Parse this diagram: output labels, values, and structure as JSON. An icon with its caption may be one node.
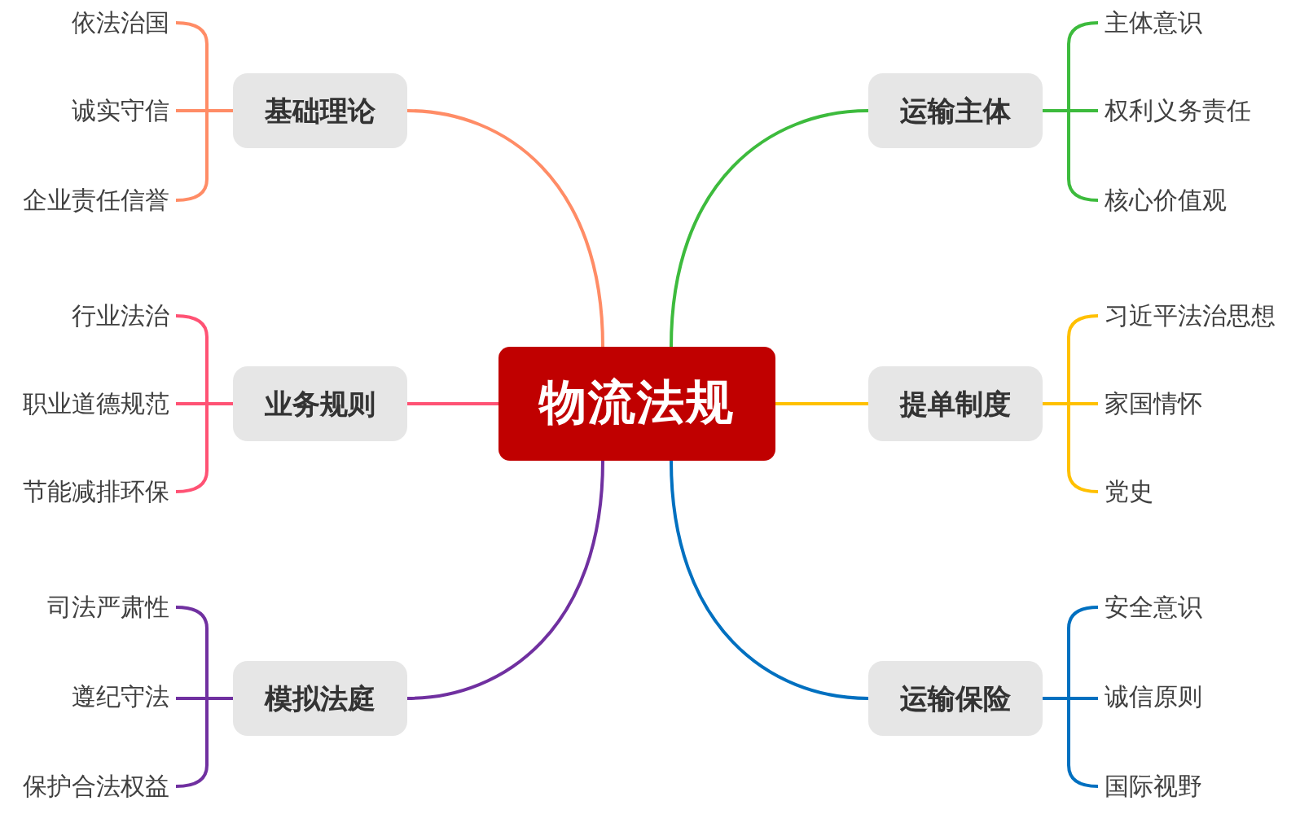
{
  "diagram": {
    "nodes": [
      {
        "text": [
          "物流法规"
        ]
      },
      {
        "text": [
          "基础理论"
        ]
      },
      {
        "text": [
          "依法治国"
        ]
      },
      {
        "text": [
          "诚实守信"
        ]
      },
      {
        "text": [
          "企业责任信誉"
        ]
      },
      {
        "text": [
          "业务规则"
        ]
      },
      {
        "text": [
          "行业法治"
        ]
      },
      {
        "text": [
          "职业道德规范"
        ]
      },
      {
        "text": [
          "节能减排环保"
        ]
      },
      {
        "text": [
          "模拟法庭"
        ]
      },
      {
        "text": [
          "司法严肃性"
        ]
      },
      {
        "text": [
          "遵纪守法"
        ]
      },
      {
        "text": [
          "保护合法权益"
        ]
      },
      {
        "text": [
          "运输主体"
        ]
      },
      {
        "text": [
          "主体意识"
        ]
      },
      {
        "text": [
          "权利义务责任"
        ]
      },
      {
        "text": [
          "核心价值观"
        ]
      },
      {
        "text": [
          "提单制度"
        ]
      },
      {
        "text": [
          "习近平法治思想"
        ]
      },
      {
        "text": [
          "家国情怀"
        ]
      },
      {
        "text": [
          "党史"
        ]
      },
      {
        "text": [
          "运输保险"
        ]
      },
      {
        "text": [
          "安全意识"
        ]
      },
      {
        "text": [
          "诚信原则"
        ]
      },
      {
        "text": [
          "国际视野"
        ]
      }
    ],
    "edges": [
      {
        "from": 0,
        "to": 1,
        "arrow": "none",
        "color": "#ff8c66"
      },
      {
        "from": 1,
        "to": 2,
        "arrow": "none",
        "color": "#ff8c66"
      },
      {
        "from": 1,
        "to": 3,
        "arrow": "none",
        "color": "#ff8c66"
      },
      {
        "from": 1,
        "to": 4,
        "arrow": "none",
        "color": "#ff8c66"
      },
      {
        "from": 0,
        "to": 5,
        "arrow": "none",
        "color": "#ff5274"
      },
      {
        "from": 5,
        "to": 6,
        "arrow": "none",
        "color": "#ff5274"
      },
      {
        "from": 5,
        "to": 7,
        "arrow": "none",
        "color": "#ff5274"
      },
      {
        "from": 5,
        "to": 8,
        "arrow": "none",
        "color": "#ff5274"
      },
      {
        "from": 0,
        "to": 9,
        "arrow": "none",
        "color": "#7030a0"
      },
      {
        "from": 9,
        "to": 10,
        "arrow": "none",
        "color": "#7030a0"
      },
      {
        "from": 9,
        "to": 11,
        "arrow": "none",
        "color": "#7030a0"
      },
      {
        "from": 9,
        "to": 12,
        "arrow": "none",
        "color": "#7030a0"
      },
      {
        "from": 0,
        "to": 13,
        "arrow": "none",
        "color": "#3dbb3d"
      },
      {
        "from": 13,
        "to": 14,
        "arrow": "none",
        "color": "#3dbb3d"
      },
      {
        "from": 13,
        "to": 15,
        "arrow": "none",
        "color": "#3dbb3d"
      },
      {
        "from": 13,
        "to": 16,
        "arrow": "none",
        "color": "#3dbb3d"
      },
      {
        "from": 0,
        "to": 17,
        "arrow": "none",
        "color": "#ffc000"
      },
      {
        "from": 17,
        "to": 18,
        "arrow": "none",
        "color": "#ffc000"
      },
      {
        "from": 17,
        "to": 19,
        "arrow": "none",
        "color": "#ffc000"
      },
      {
        "from": 17,
        "to": 20,
        "arrow": "none",
        "color": "#ffc000"
      },
      {
        "from": 0,
        "to": 21,
        "arrow": "none",
        "color": "#0070c0"
      },
      {
        "from": 21,
        "to": 22,
        "arrow": "none",
        "color": "#0070c0"
      },
      {
        "from": 21,
        "to": 23,
        "arrow": "none",
        "color": "#0070c0"
      },
      {
        "from": 21,
        "to": 24,
        "arrow": "none",
        "color": "#0070c0"
      }
    ]
  }
}
